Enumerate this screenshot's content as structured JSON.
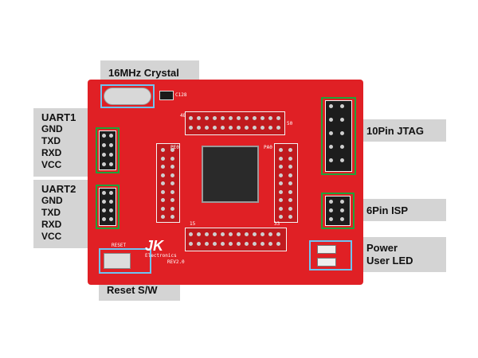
{
  "labels": {
    "crystal": "16MHz Crystal",
    "jtag": "10Pin JTAG",
    "isp": "6Pin ISP",
    "power_line1": "Power",
    "power_line2": "User LED",
    "reset": "Reset  S/W"
  },
  "uart1": {
    "title": "UART1",
    "pins": [
      "GND",
      "TXD",
      "RXD",
      "VCC"
    ]
  },
  "uart2": {
    "title": "UART2",
    "pins": [
      "GND",
      "TXD",
      "RXD",
      "VCC"
    ]
  },
  "board": {
    "logo": "JK",
    "logo_sub": "Electronics",
    "rev": "REV2.0",
    "reset_silk": "RESET",
    "crystal_silk": "C128",
    "pin_row_top_left": "48",
    "pin_row_top_right": "50",
    "pin_row_bottom_left": "15",
    "pin_row_bottom_right": "33",
    "side_left": "PE0",
    "side_right": "PA0"
  },
  "colors": {
    "pcb": "#e02025",
    "highlight_green": "#1fa33a",
    "highlight_blue": "#6ec4f2",
    "label_bg": "#d4d4d4"
  }
}
